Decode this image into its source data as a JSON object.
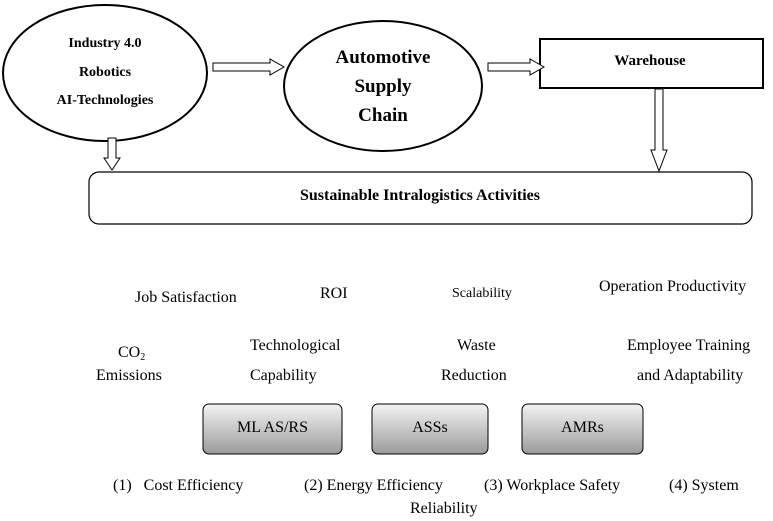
{
  "top": {
    "left_ellipse_lines": [
      "Industry 4.0",
      "Robotics",
      "AI-Technologies"
    ],
    "middle_ellipse_lines": [
      "Automotive",
      "Supply",
      "Chain"
    ],
    "warehouse_label": "Warehouse",
    "activities_label": "Sustainable Intralogistics Activities"
  },
  "factors": {
    "job_satisfaction": "Job Satisfaction",
    "roi": "ROI",
    "scalability": "Scalability",
    "operation_productivity": "Operation Productivity",
    "co2_base": "CO",
    "co2_sub": "2",
    "emissions": "Emissions",
    "technological": "Technological",
    "capability": "Capability",
    "waste": "Waste",
    "reduction": "Reduction",
    "employee_training": "Employee Training",
    "and_adaptability": "and Adaptability"
  },
  "technologies": [
    "ML AS/RS",
    "ASSs",
    "AMRs"
  ],
  "outcomes": {
    "cost": "(1)   Cost Efficiency",
    "energy": "(2) Energy Efficiency",
    "safety": "(3) Workplace Safety",
    "system": "(4) System",
    "reliability": "Reliability"
  },
  "colors": {
    "stroke": "#000000",
    "tech_box_top": "#f4f4f4",
    "tech_box_bottom": "#9a9a9a"
  }
}
